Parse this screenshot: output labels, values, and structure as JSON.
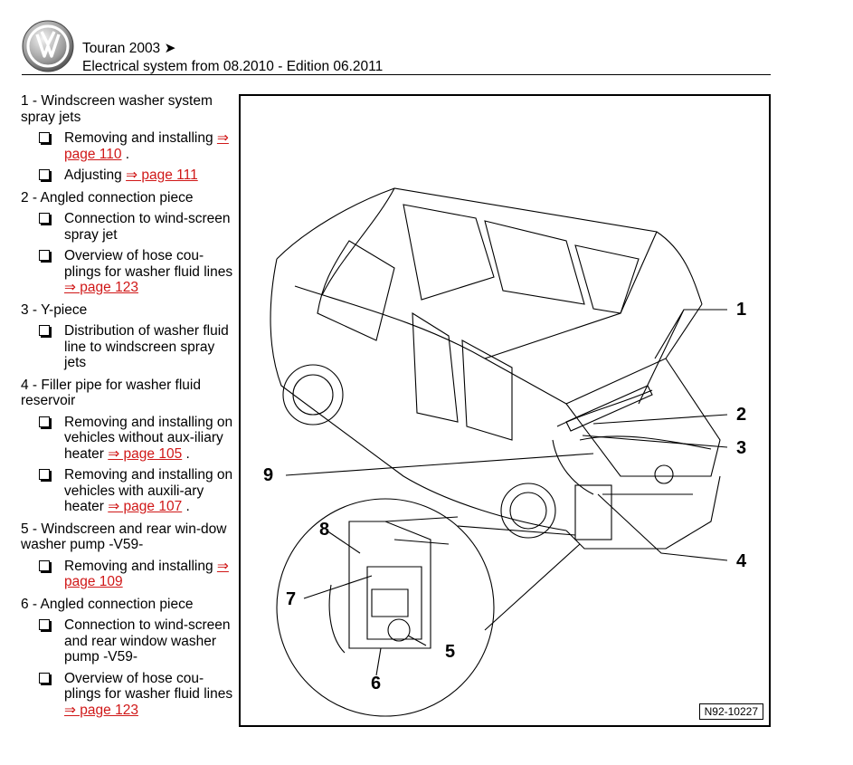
{
  "header": {
    "model": "Touran 2003",
    "arrow": "➤",
    "subtitle": "Electrical system from 08.2010 - Edition 06.2011"
  },
  "items": [
    {
      "title": "1 - Windscreen washer system spray jets",
      "subs": [
        {
          "text": "Removing and installing",
          "link": "⇒ page 110",
          "tail": " ."
        },
        {
          "text": "Adjusting",
          "link": "⇒ page 111",
          "tail": ""
        }
      ]
    },
    {
      "title": "2 - Angled connection piece",
      "subs": [
        {
          "text": "Connection to wind-screen spray jet",
          "link": "",
          "tail": ""
        },
        {
          "text": "Overview of hose cou-plings for washer fluid lines",
          "link": "⇒ page 123",
          "tail": ""
        }
      ]
    },
    {
      "title": "3 - Y-piece",
      "subs": [
        {
          "text": "Distribution of washer fluid line to windscreen spray jets",
          "link": "",
          "tail": ""
        }
      ]
    },
    {
      "title": "4 - Filler pipe for washer fluid reservoir",
      "subs": [
        {
          "text": "Removing and installing on vehicles without aux-iliary heater",
          "link": "⇒ page 105",
          "tail": " ."
        },
        {
          "text": "Removing and installing on vehicles with auxili-ary heater",
          "link": "⇒ page 107",
          "tail": " ."
        }
      ]
    },
    {
      "title": "5 - Windscreen and rear win-dow washer pump -V59-",
      "subs": [
        {
          "text": "Removing and installing",
          "link": "⇒ page 109",
          "tail": ""
        }
      ]
    },
    {
      "title": "6 - Angled connection piece",
      "subs": [
        {
          "text": "Connection to wind-screen and rear window washer pump -V59-",
          "link": "",
          "tail": ""
        },
        {
          "text": "Overview of hose cou-plings for washer fluid lines",
          "link": "⇒ page 123",
          "tail": ""
        }
      ]
    }
  ],
  "figure": {
    "callouts": [
      "1",
      "2",
      "3",
      "4",
      "5",
      "6",
      "7",
      "8",
      "9"
    ],
    "ref": "N92-10227"
  },
  "colors": {
    "link": "#d01818"
  }
}
